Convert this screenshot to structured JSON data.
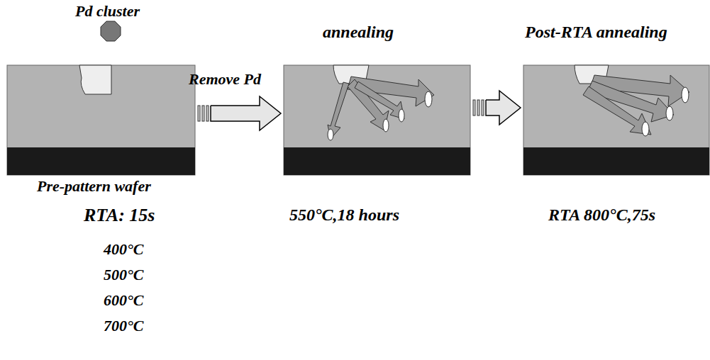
{
  "diagram": {
    "nodes": [
      {
        "text": [
          "Pd cluster",
          "Pre-pattern wafer",
          "RTA: 15s",
          "400°C",
          "500°C",
          "600°C",
          "700°C"
        ]
      },
      {
        "text": [
          "annealing",
          "550°C,18 hours"
        ]
      },
      {
        "text": [
          "Post-RTA annealing",
          "RTA 800°C,75s"
        ]
      }
    ],
    "edges": [
      {
        "from": 0,
        "to": 1,
        "arrow": "to",
        "label": "Remove Pd"
      },
      {
        "from": 1,
        "to": 2,
        "arrow": "to"
      }
    ]
  }
}
